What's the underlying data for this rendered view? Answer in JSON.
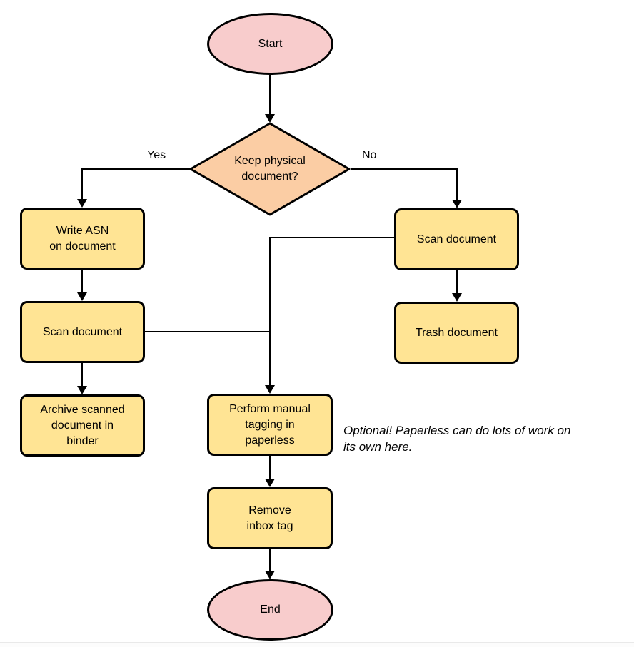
{
  "diagram_type": "flowchart",
  "colors": {
    "terminator_fill": "#F8CCCC",
    "decision_fill": "#FBCDA4",
    "process_fill": "#FFE494",
    "stroke": "#000000"
  },
  "nodes": {
    "start": {
      "type": "terminator",
      "lines": [
        "Start"
      ]
    },
    "decision": {
      "type": "decision",
      "lines": [
        "Keep physical",
        "document?"
      ]
    },
    "write_asn": {
      "type": "process",
      "lines": [
        "Write ASN",
        "on document"
      ]
    },
    "scan_left": {
      "type": "process",
      "lines": [
        "Scan document"
      ]
    },
    "archive": {
      "type": "process",
      "lines": [
        "Archive scanned",
        "document in",
        "binder"
      ]
    },
    "scan_right": {
      "type": "process",
      "lines": [
        "Scan document"
      ]
    },
    "trash": {
      "type": "process",
      "lines": [
        "Trash document"
      ]
    },
    "tagging": {
      "type": "process",
      "lines": [
        "Perform manual",
        "tagging in",
        "paperless"
      ]
    },
    "remove_inbox": {
      "type": "process",
      "lines": [
        "Remove",
        "inbox tag"
      ]
    },
    "end": {
      "type": "terminator",
      "lines": [
        "End"
      ]
    }
  },
  "edge_labels": {
    "yes": "Yes",
    "no": "No"
  },
  "edges": [
    "start -> decision",
    "decision -Yes-> write_asn",
    "decision -No-> scan_right",
    "write_asn -> scan_left",
    "scan_left -> archive",
    "scan_left -> tagging",
    "scan_right -> trash",
    "scan_right -> tagging",
    "tagging -> remove_inbox",
    "remove_inbox -> end"
  ],
  "note": {
    "lines": [
      "Optional! Paperless can do lots of work on",
      "its own here."
    ]
  }
}
